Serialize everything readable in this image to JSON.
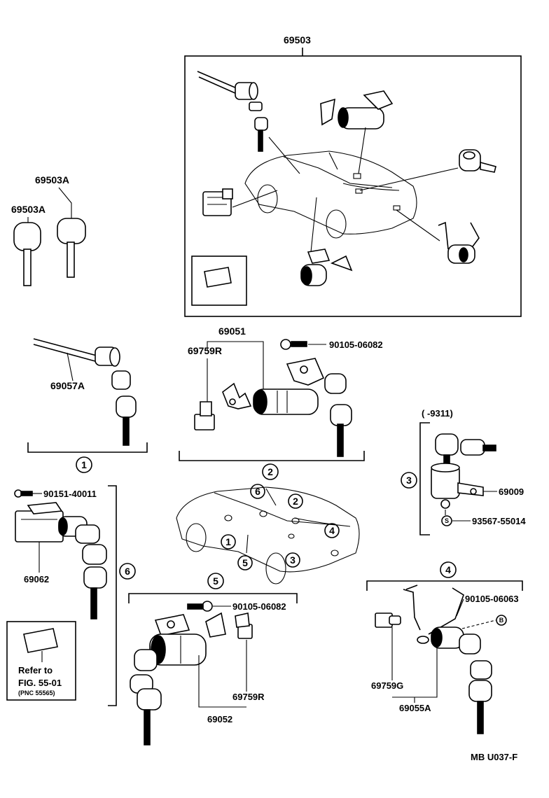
{
  "labels": {
    "assembly_set": "69503",
    "key_blank_a": "69503A",
    "key_blank_b": "69503A",
    "door_cylinder_assy": "69051",
    "door_lock_switch": "69759R",
    "door_bolt": "90105-06082",
    "ignition_cylinder": "69057A",
    "glove_screw": "90151-40011",
    "glove_lock": "69062",
    "period": "(      -9311)",
    "console_lock": "69009",
    "console_screw": "93567-55014",
    "trunk_bolt_a": "90105-06082",
    "trunk_switch_a": "69759R",
    "trunk_cylinder": "69052",
    "hatch_bolt": "90105-06063",
    "hatch_switch": "69759G",
    "hatch_cylinder": "69055A",
    "refer_line1": "Refer to",
    "refer_line2": "FIG. 55-01",
    "refer_line3": "(PNC 55565)",
    "footer_code": "MB U037-F"
  },
  "callouts": {
    "c1": "1",
    "c2": "2",
    "c3": "3",
    "c4": "4",
    "c5": "5",
    "c6": "6",
    "s_mark": "S",
    "b_mark": "B"
  }
}
